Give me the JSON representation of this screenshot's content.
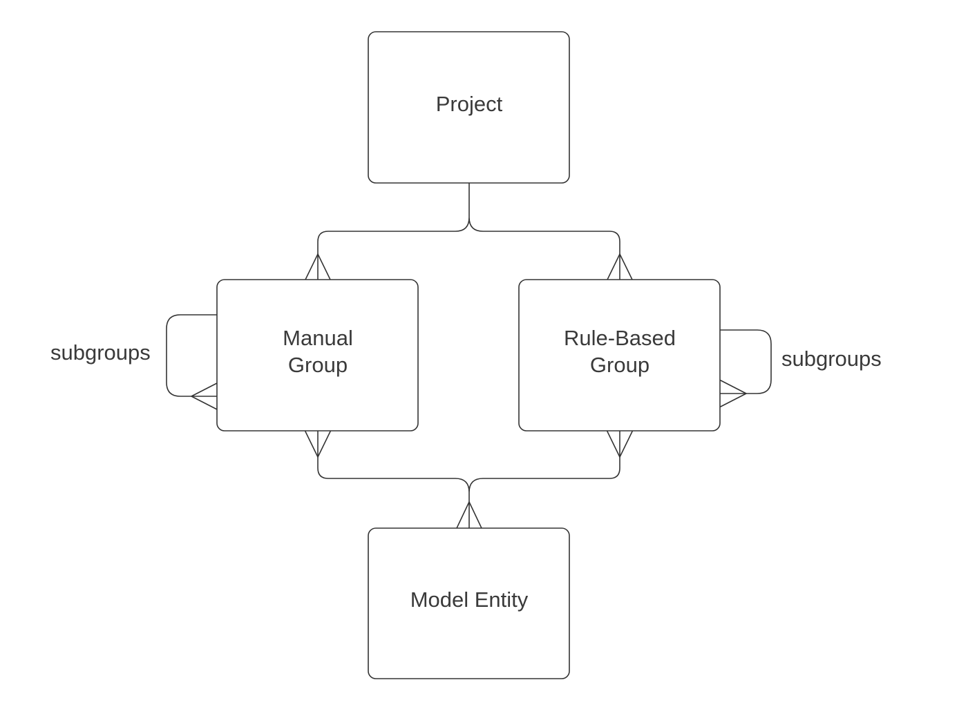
{
  "diagram": {
    "nodes": {
      "project": {
        "label": "Project"
      },
      "manual_group": {
        "label_line1": "Manual",
        "label_line2": "Group"
      },
      "rule_based_group": {
        "label_line1": "Rule-Based",
        "label_line2": "Group"
      },
      "model_entity": {
        "label": "Model Entity"
      }
    },
    "edges": {
      "manual_subgroups_label": "subgroups",
      "rule_subgroups_label": "subgroups"
    },
    "colors": {
      "stroke": "#333333",
      "text": "#3a3a3a",
      "background": "#ffffff"
    }
  }
}
